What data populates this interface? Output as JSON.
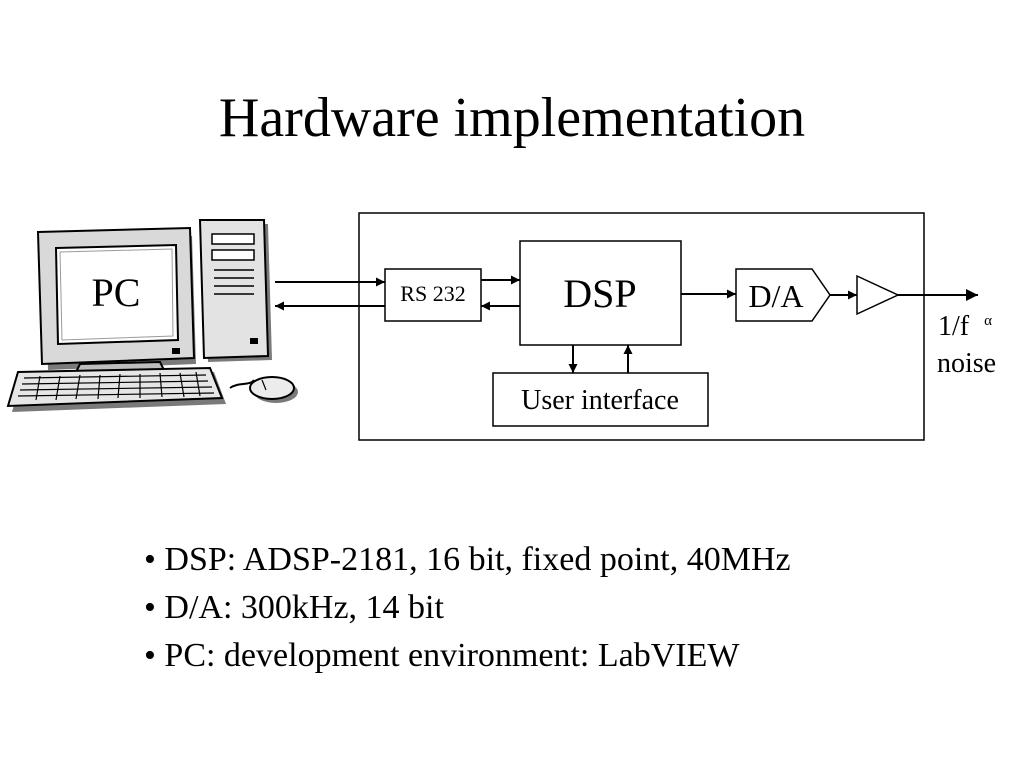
{
  "slide": {
    "title": "Hardware implementation"
  },
  "diagram": {
    "pc_label": "PC",
    "rs232_label": "RS 232",
    "dsp_label": "DSP",
    "da_label": "D/A",
    "ui_label": "User interface",
    "output_label_base": "1/f",
    "output_label_sup": "α",
    "output_label_noise": "noise",
    "icons": [
      "desktop-computer-icon",
      "amplifier-icon"
    ]
  },
  "bullets": [
    "• DSP: ADSP-2181, 16 bit, fixed point, 40MHz",
    "• D/A: 300kHz, 14 bit",
    "• PC: development environment: LabVIEW"
  ]
}
